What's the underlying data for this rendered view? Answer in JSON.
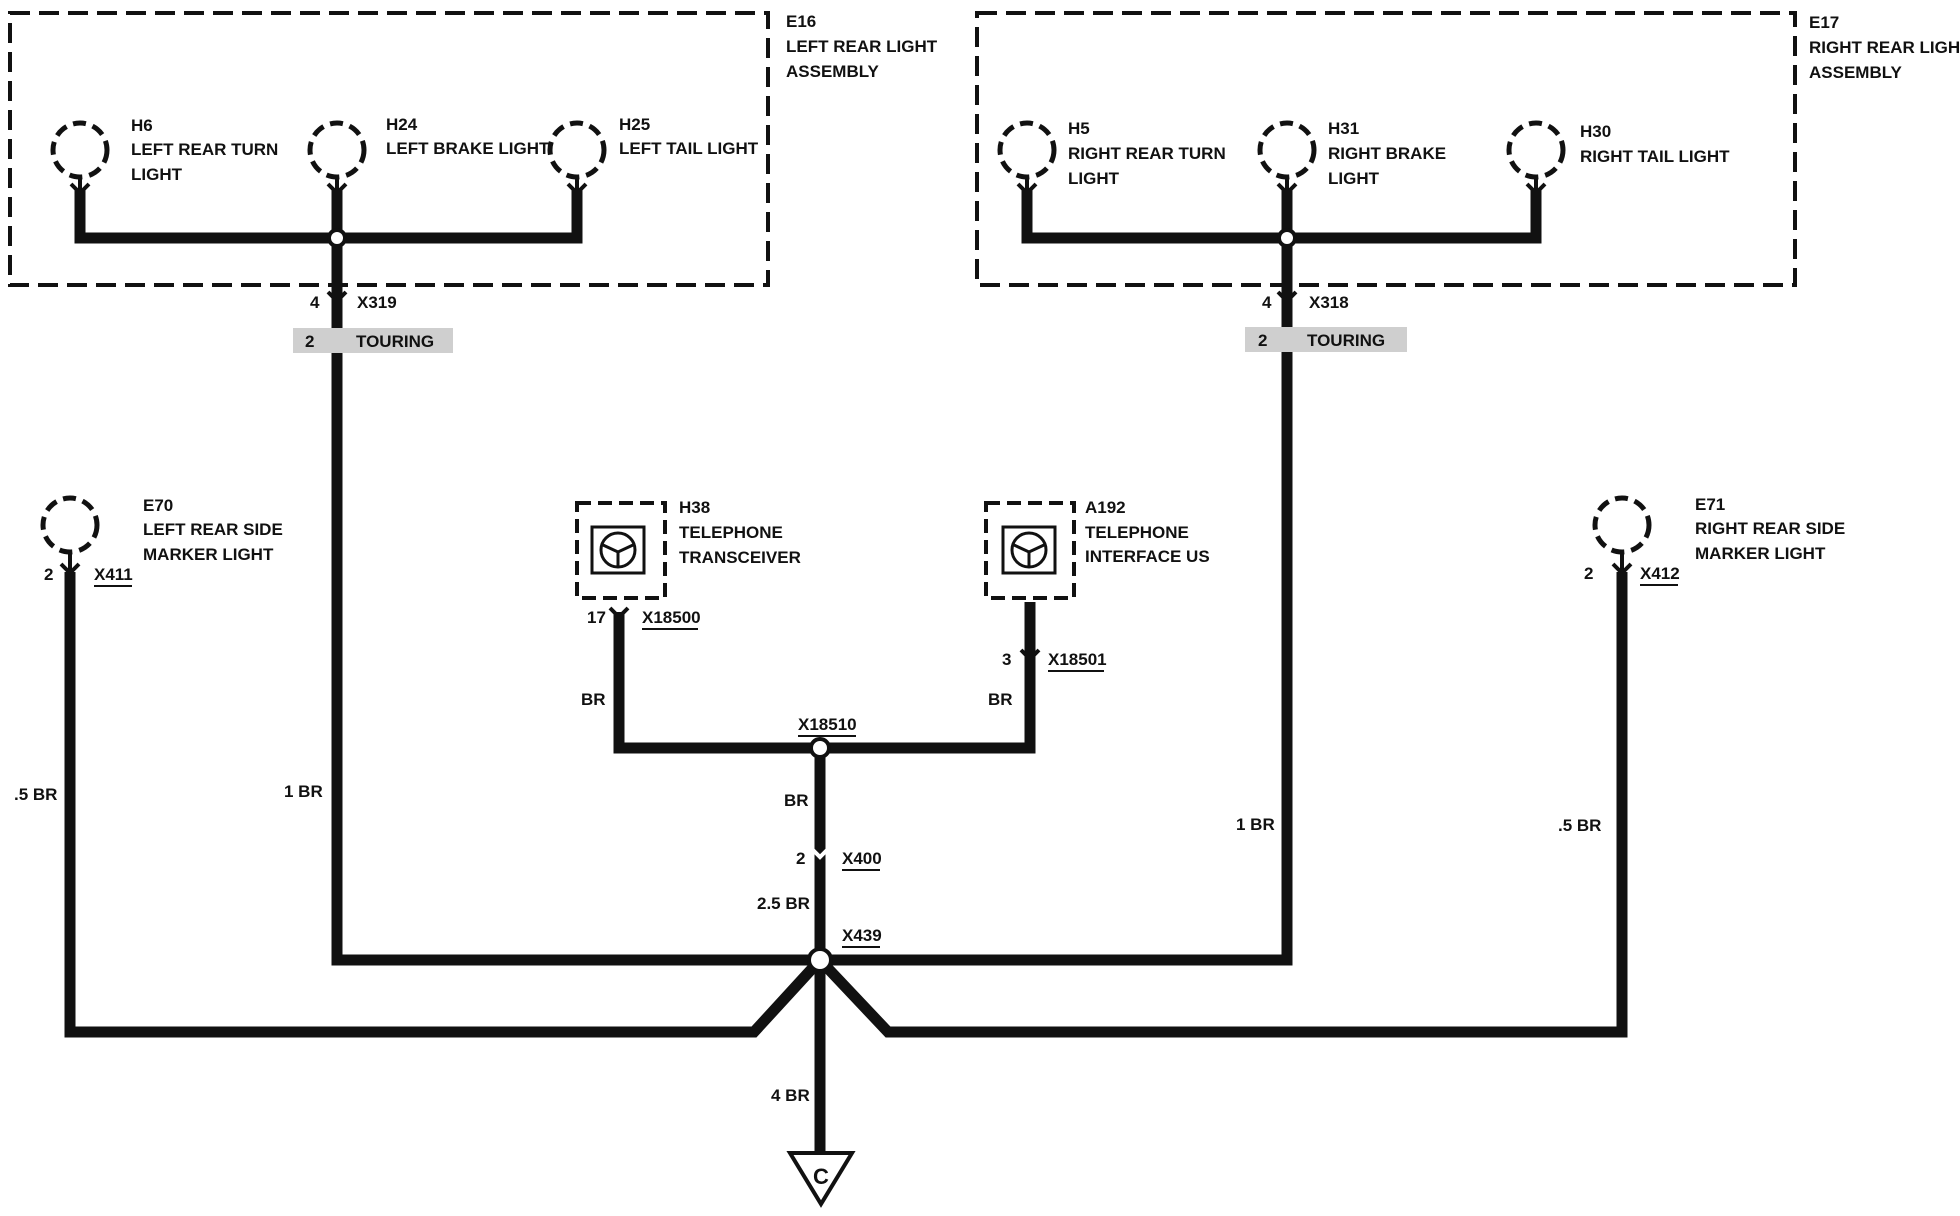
{
  "left_assembly": {
    "ref": "E16",
    "line1": "LEFT REAR LIGHT",
    "line2": "ASSEMBLY"
  },
  "right_assembly": {
    "ref": "E17",
    "line1": "RIGHT REAR LIGHT",
    "line2": "ASSEMBLY"
  },
  "bulbs": {
    "h6": {
      "ref": "H6",
      "line1": "LEFT REAR TURN",
      "line2": "LIGHT"
    },
    "h24": {
      "ref": "H24",
      "line1": "LEFT BRAKE LIGHT"
    },
    "h25": {
      "ref": "H25",
      "line1": "LEFT TAIL LIGHT"
    },
    "h5": {
      "ref": "H5",
      "line1": "RIGHT REAR TURN",
      "line2": "LIGHT"
    },
    "h31": {
      "ref": "H31",
      "line1": "RIGHT BRAKE",
      "line2": "LIGHT"
    },
    "h30": {
      "ref": "H30",
      "line1": "RIGHT TAIL LIGHT"
    },
    "e70": {
      "ref": "E70",
      "line1": "LEFT REAR SIDE",
      "line2": "MARKER LIGHT"
    },
    "e71": {
      "ref": "E71",
      "line1": "RIGHT REAR SIDE",
      "line2": "MARKER LIGHT"
    }
  },
  "modules": {
    "h38": {
      "ref": "H38",
      "line1": "TELEPHONE",
      "line2": "TRANSCEIVER"
    },
    "a192": {
      "ref": "A192",
      "line1": "TELEPHONE",
      "line2": "INTERFACE US"
    }
  },
  "connectors": {
    "x319": {
      "pin": "4",
      "name": "X319"
    },
    "x318": {
      "pin": "4",
      "name": "X318"
    },
    "x411": {
      "pin": "2",
      "name": "X411"
    },
    "x412": {
      "pin": "2",
      "name": "X412"
    },
    "x18500": {
      "pin": "17",
      "name": "X18500"
    },
    "x18501": {
      "pin": "3",
      "name": "X18501"
    },
    "x400": {
      "pin": "2",
      "name": "X400"
    },
    "x18510": {
      "name": "X18510"
    },
    "x439": {
      "name": "X439"
    }
  },
  "touring": {
    "pin": "2",
    "label": "TOURING"
  },
  "wires": {
    "left_marker": ".5 BR",
    "left_assembly": "1 BR",
    "h38": "BR",
    "a192": "BR",
    "trunk_upper": "BR",
    "trunk_mid": "2.5 BR",
    "right_assembly": "1 BR",
    "right_marker": ".5 BR",
    "ground_feed": "4 BR"
  },
  "ground": {
    "label": "C"
  }
}
